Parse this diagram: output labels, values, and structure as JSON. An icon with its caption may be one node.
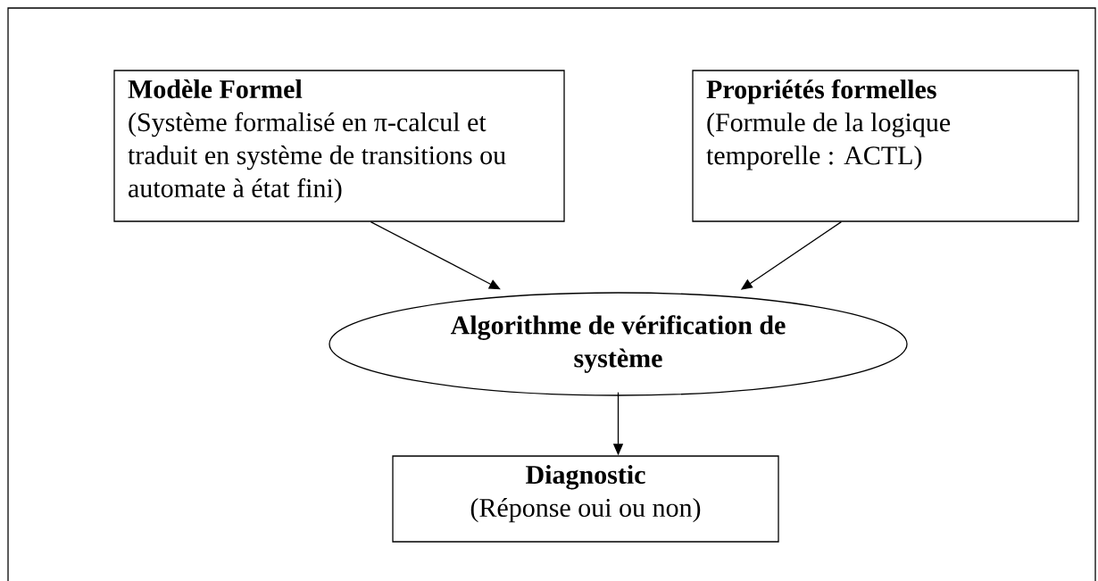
{
  "diagram": {
    "nodes": [
      {
        "text": [
          "Modèle Formel",
          "(Système formalisé en π-calcul et traduit en système de transitions ou automate à état fini)"
        ]
      },
      {
        "text": [
          "Propriétés formelles",
          "(Formule de la logique temporelle : ACTL)"
        ]
      },
      {
        "text": [
          "Algorithme de vérification de système"
        ]
      },
      {
        "text": [
          "Diagnostic",
          "(Réponse oui ou non)"
        ]
      }
    ],
    "edges": [
      {
        "from": 0,
        "to": 2,
        "arrow": "to"
      },
      {
        "from": 1,
        "to": 2,
        "arrow": "to"
      },
      {
        "from": 2,
        "to": 3,
        "arrow": "to"
      }
    ]
  }
}
